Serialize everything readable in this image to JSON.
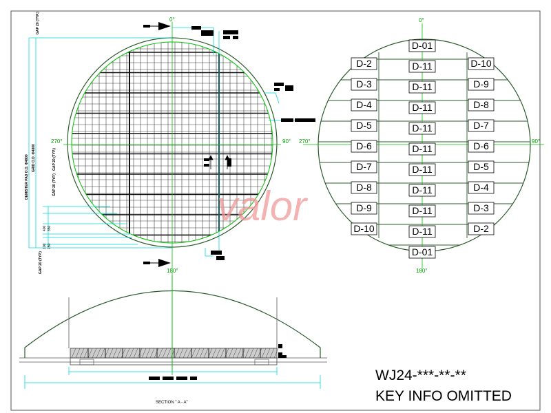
{
  "angles": {
    "a0": "0°",
    "a90": "90°",
    "a180": "180°",
    "a270": "270°"
  },
  "annotations": {
    "gap_top": "GAP 20 (TYP.)",
    "gap_mid": "GAP 20 (TYP.)",
    "gap_mid2": "GAP 20 (TYP.)",
    "gap_bottom": "GAP 20 (TYP.)",
    "diameter": "DEMISTER PAD O.D. Φ4800",
    "grid": "GRID O.D. Φ4800",
    "dim1": "400",
    "dim2": "350",
    "dim3": "100",
    "dim4": "150"
  },
  "left_rows": [
    "D-2",
    "D-3",
    "D-4",
    "D-5",
    "D-6",
    "D-7",
    "D-8",
    "D-9",
    "D-10"
  ],
  "center_rows": [
    "D-01",
    "D-11",
    "D-11",
    "D-11",
    "D-11",
    "D-11",
    "D-11",
    "D-11",
    "D-11",
    "D-11",
    "D-01"
  ],
  "right_rows": [
    "D-10",
    "D-9",
    "D-8",
    "D-7",
    "D-6",
    "D-5",
    "D-4",
    "D-3",
    "D-2"
  ],
  "section_label": "SECTION \" A - A\"",
  "title_line1": "WJ24-***-**-**",
  "title_line2": "KEY INFO OMITTED",
  "watermark": "valor",
  "colors": {
    "line": "#2a5a2a",
    "cyan": "#00d8d8",
    "green": "#00c000",
    "grid": "#333333"
  }
}
